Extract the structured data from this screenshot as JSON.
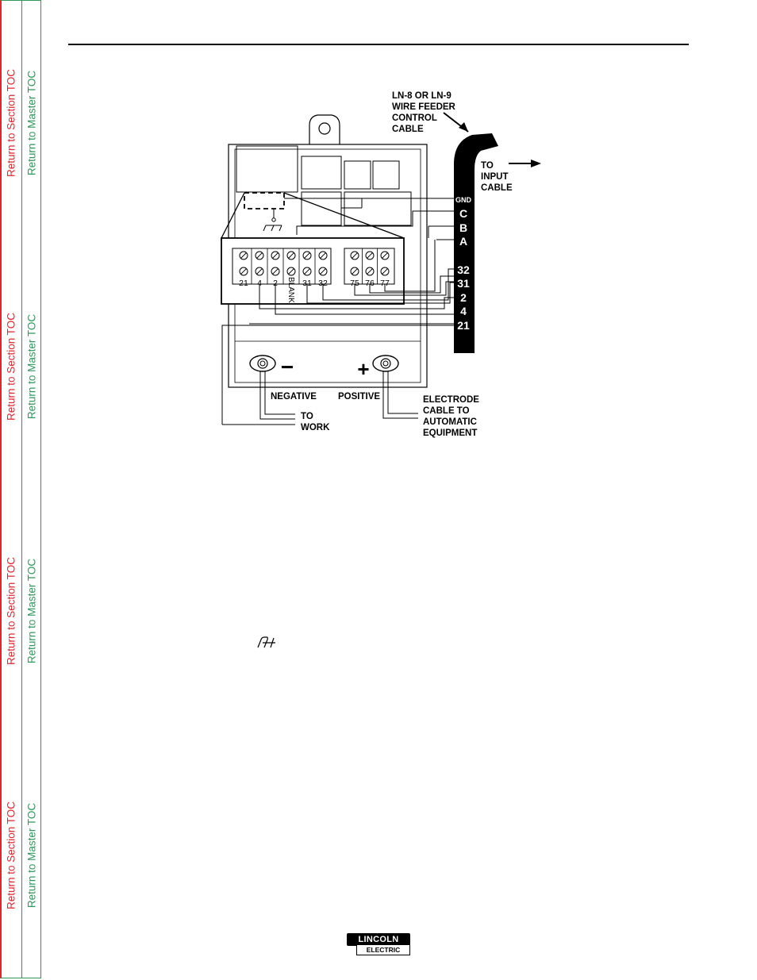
{
  "toc": {
    "section_label": "Return to Section TOC",
    "master_label": "Return to Master TOC"
  },
  "diagram": {
    "feeder_cable_label": [
      "LN-8 OR LN-9",
      "WIRE FEEDER",
      "CONTROL",
      "CABLE"
    ],
    "input_cable_label": [
      "TO",
      "INPUT",
      "CABLE"
    ],
    "cable_wire_labels": [
      "GND",
      "C",
      "B",
      "A",
      "32",
      "31",
      "2",
      "4",
      "21"
    ],
    "terminal_labels_left": [
      "21",
      "4",
      "2",
      "BLANK",
      "31",
      "32"
    ],
    "terminal_labels_right": [
      "75",
      "76",
      "77"
    ],
    "negative_symbol": "−",
    "positive_symbol": "+",
    "negative_label": "NEGATIVE",
    "positive_label": "POSITIVE",
    "work_label": [
      "TO",
      "WORK"
    ],
    "electrode_label": [
      "ELECTRODE",
      "CABLE TO",
      "AUTOMATIC",
      "EQUIPMENT"
    ]
  },
  "logo": {
    "top": "LINCOLN",
    "bottom": "ELECTRIC"
  }
}
